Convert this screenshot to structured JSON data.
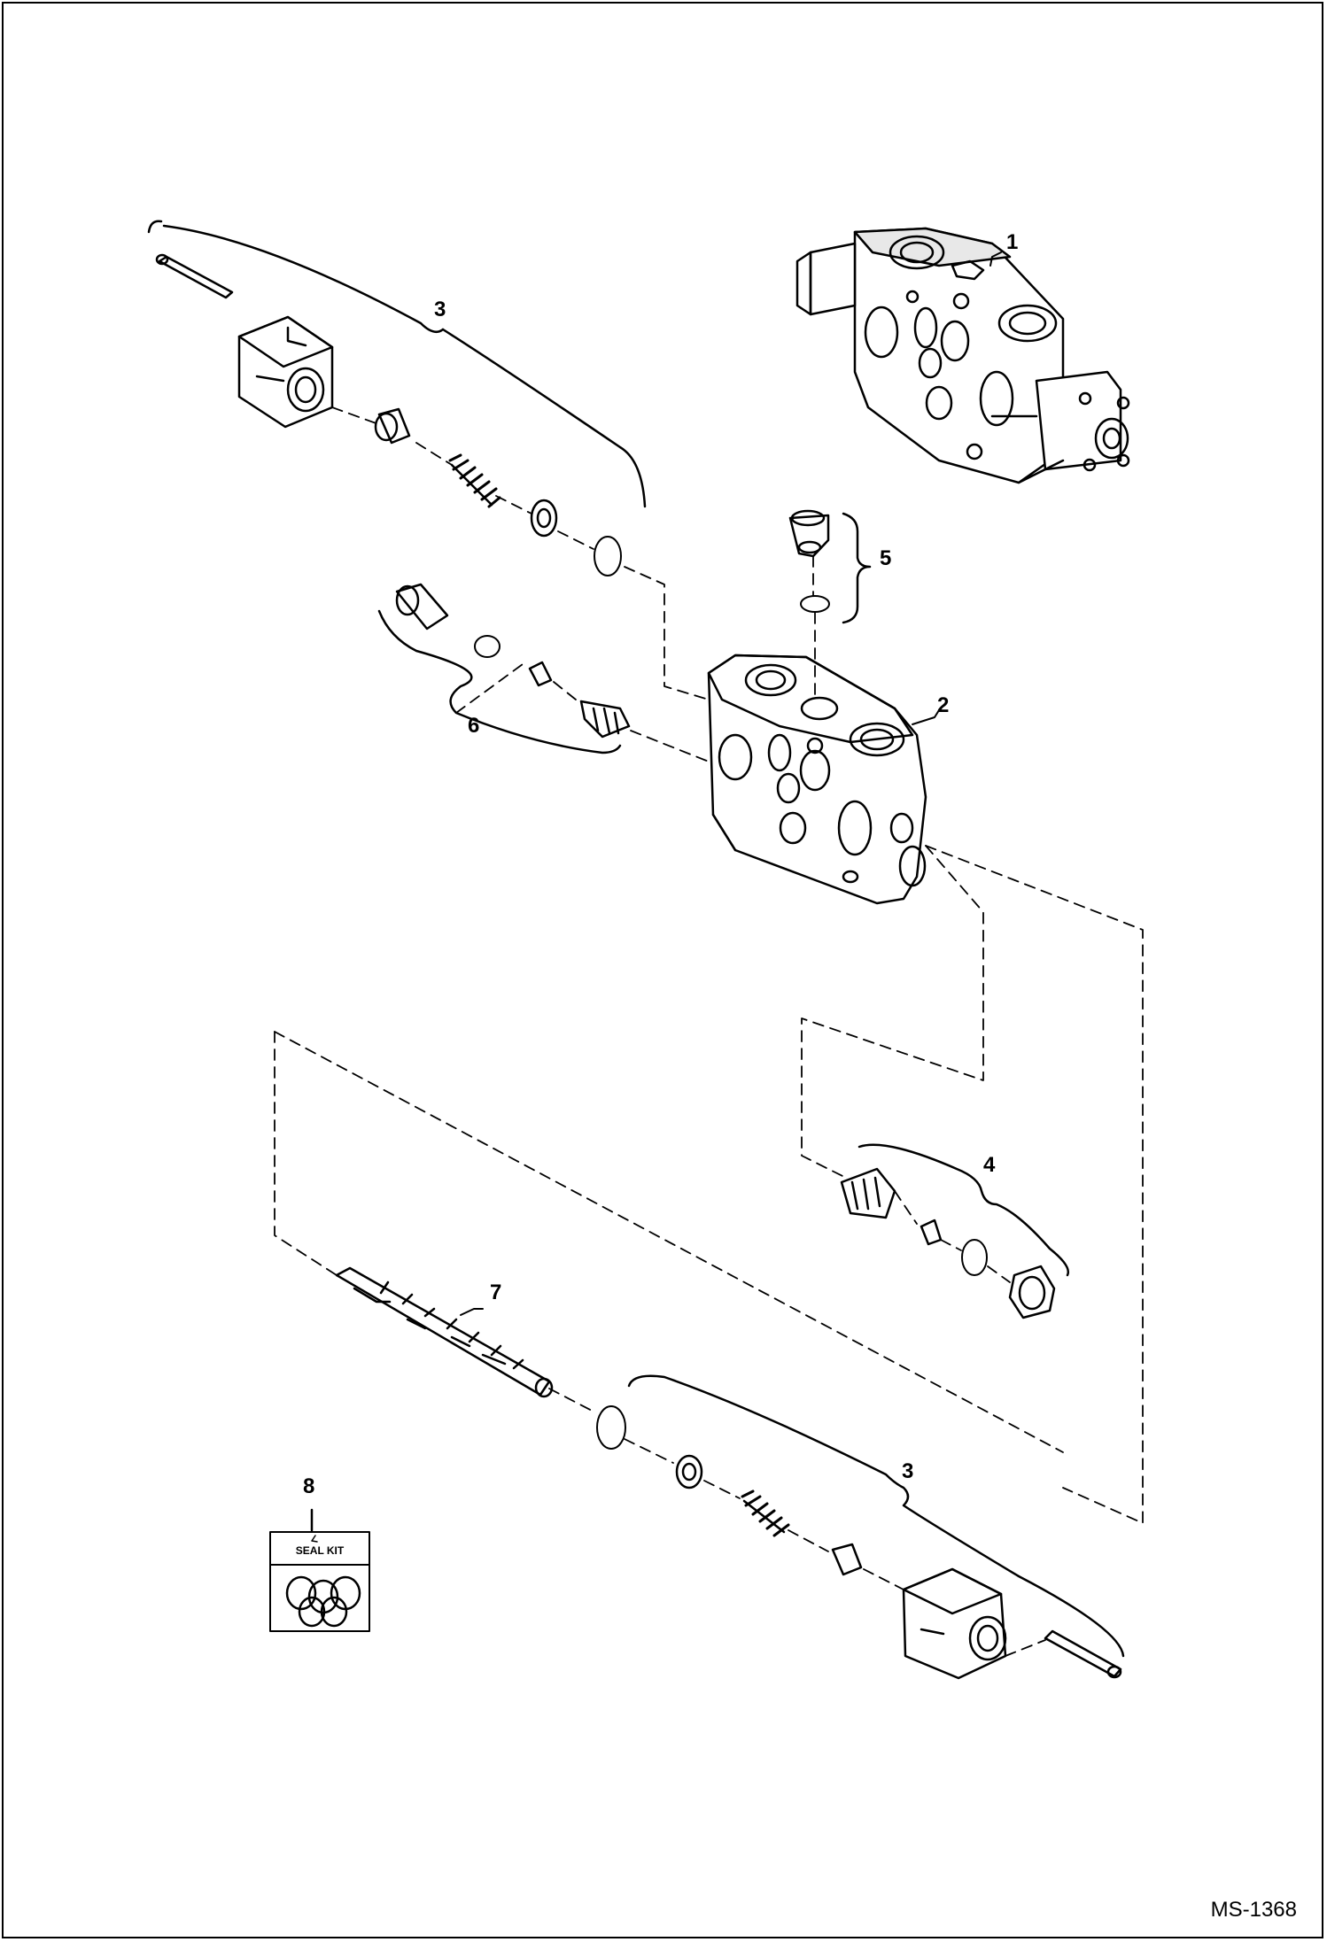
{
  "callouts": {
    "c1": "1",
    "c2": "2",
    "c3_top": "3",
    "c3_bottom": "3",
    "c4": "4",
    "c5": "5",
    "c6": "6",
    "c7": "7",
    "c8": "8"
  },
  "seal_kit": {
    "label": "SEAL KIT"
  },
  "drawing_number": "MS-1368"
}
